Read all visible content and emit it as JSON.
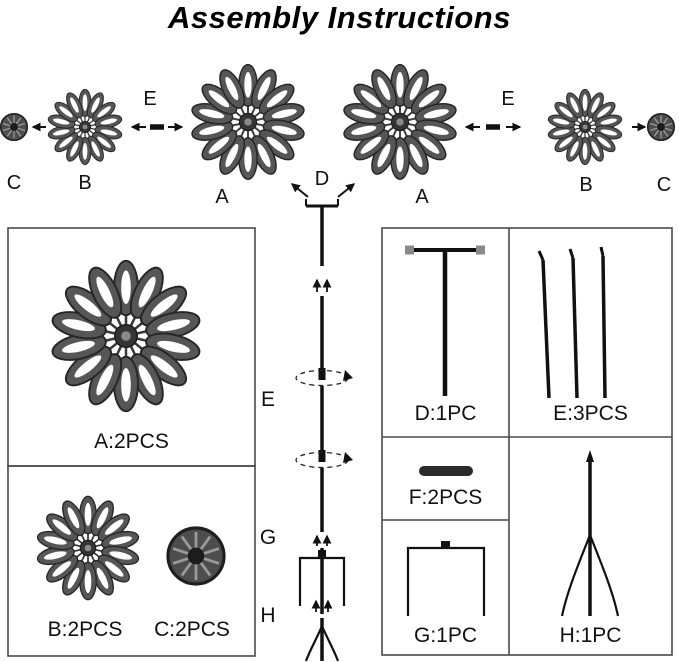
{
  "title": "Assembly Instructions",
  "top_row": {
    "connector_left_label": "E",
    "connector_right_label": "E",
    "part_labels": [
      "C",
      "B",
      "A",
      "D",
      "A",
      "B",
      "C"
    ]
  },
  "left_panels": {
    "a_label": "A:2PCS",
    "b_label": "B:2PCS",
    "c_label": "C:2PCS"
  },
  "center_assembly": {
    "e_label": "E",
    "g_label": "G",
    "h_label": "H"
  },
  "right_grid": {
    "d_label": "D:1PC",
    "e_label": "E:3PCS",
    "f_label": "F:2PCS",
    "g_label": "G:1PC",
    "h_label": "H:1PC"
  }
}
